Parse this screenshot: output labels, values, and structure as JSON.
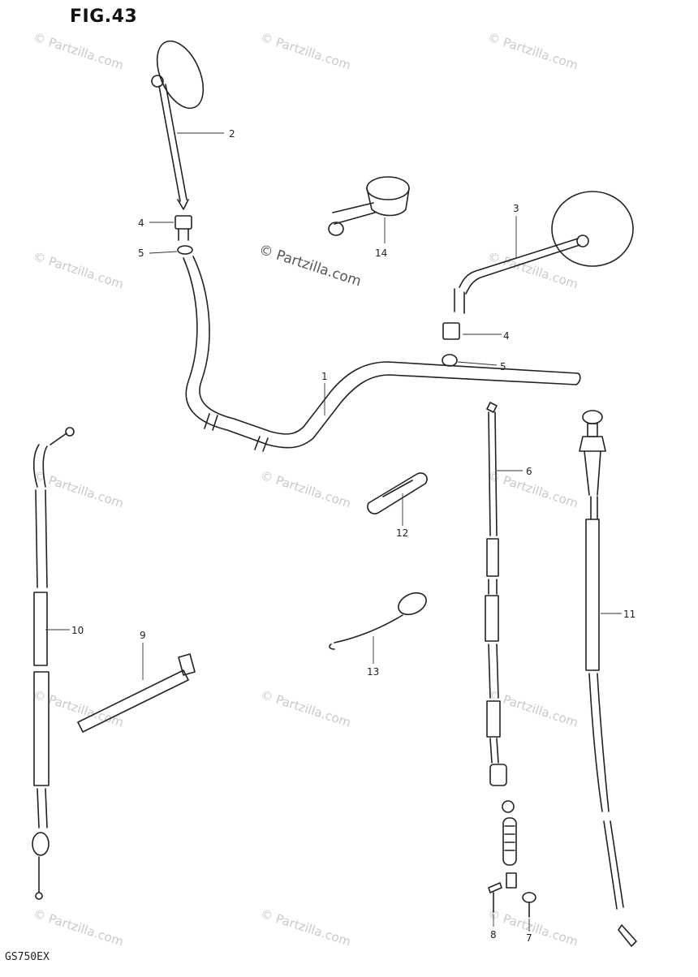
{
  "figure": {
    "title": "FIG.43",
    "model_code": "GS750EX"
  },
  "watermark": "© Partzilla.com",
  "callouts": [
    "2",
    "4",
    "5",
    "14",
    "3",
    "4",
    "5",
    "1",
    "6",
    "12",
    "10",
    "9",
    "13",
    "11",
    "8",
    "7"
  ],
  "parts": [
    {
      "ref": "1",
      "name": "handlebar"
    },
    {
      "ref": "2",
      "name": "mirror-left"
    },
    {
      "ref": "3",
      "name": "mirror-right"
    },
    {
      "ref": "4",
      "name": "mirror-adapter"
    },
    {
      "ref": "5",
      "name": "nut"
    },
    {
      "ref": "6",
      "name": "clutch-cable"
    },
    {
      "ref": "7",
      "name": "pin"
    },
    {
      "ref": "8",
      "name": "bolt"
    },
    {
      "ref": "9",
      "name": "strap"
    },
    {
      "ref": "10",
      "name": "throttle-cable"
    },
    {
      "ref": "11",
      "name": "choke-cable"
    },
    {
      "ref": "12",
      "name": "clamp"
    },
    {
      "ref": "13",
      "name": "wire"
    },
    {
      "ref": "14",
      "name": "switch"
    }
  ]
}
